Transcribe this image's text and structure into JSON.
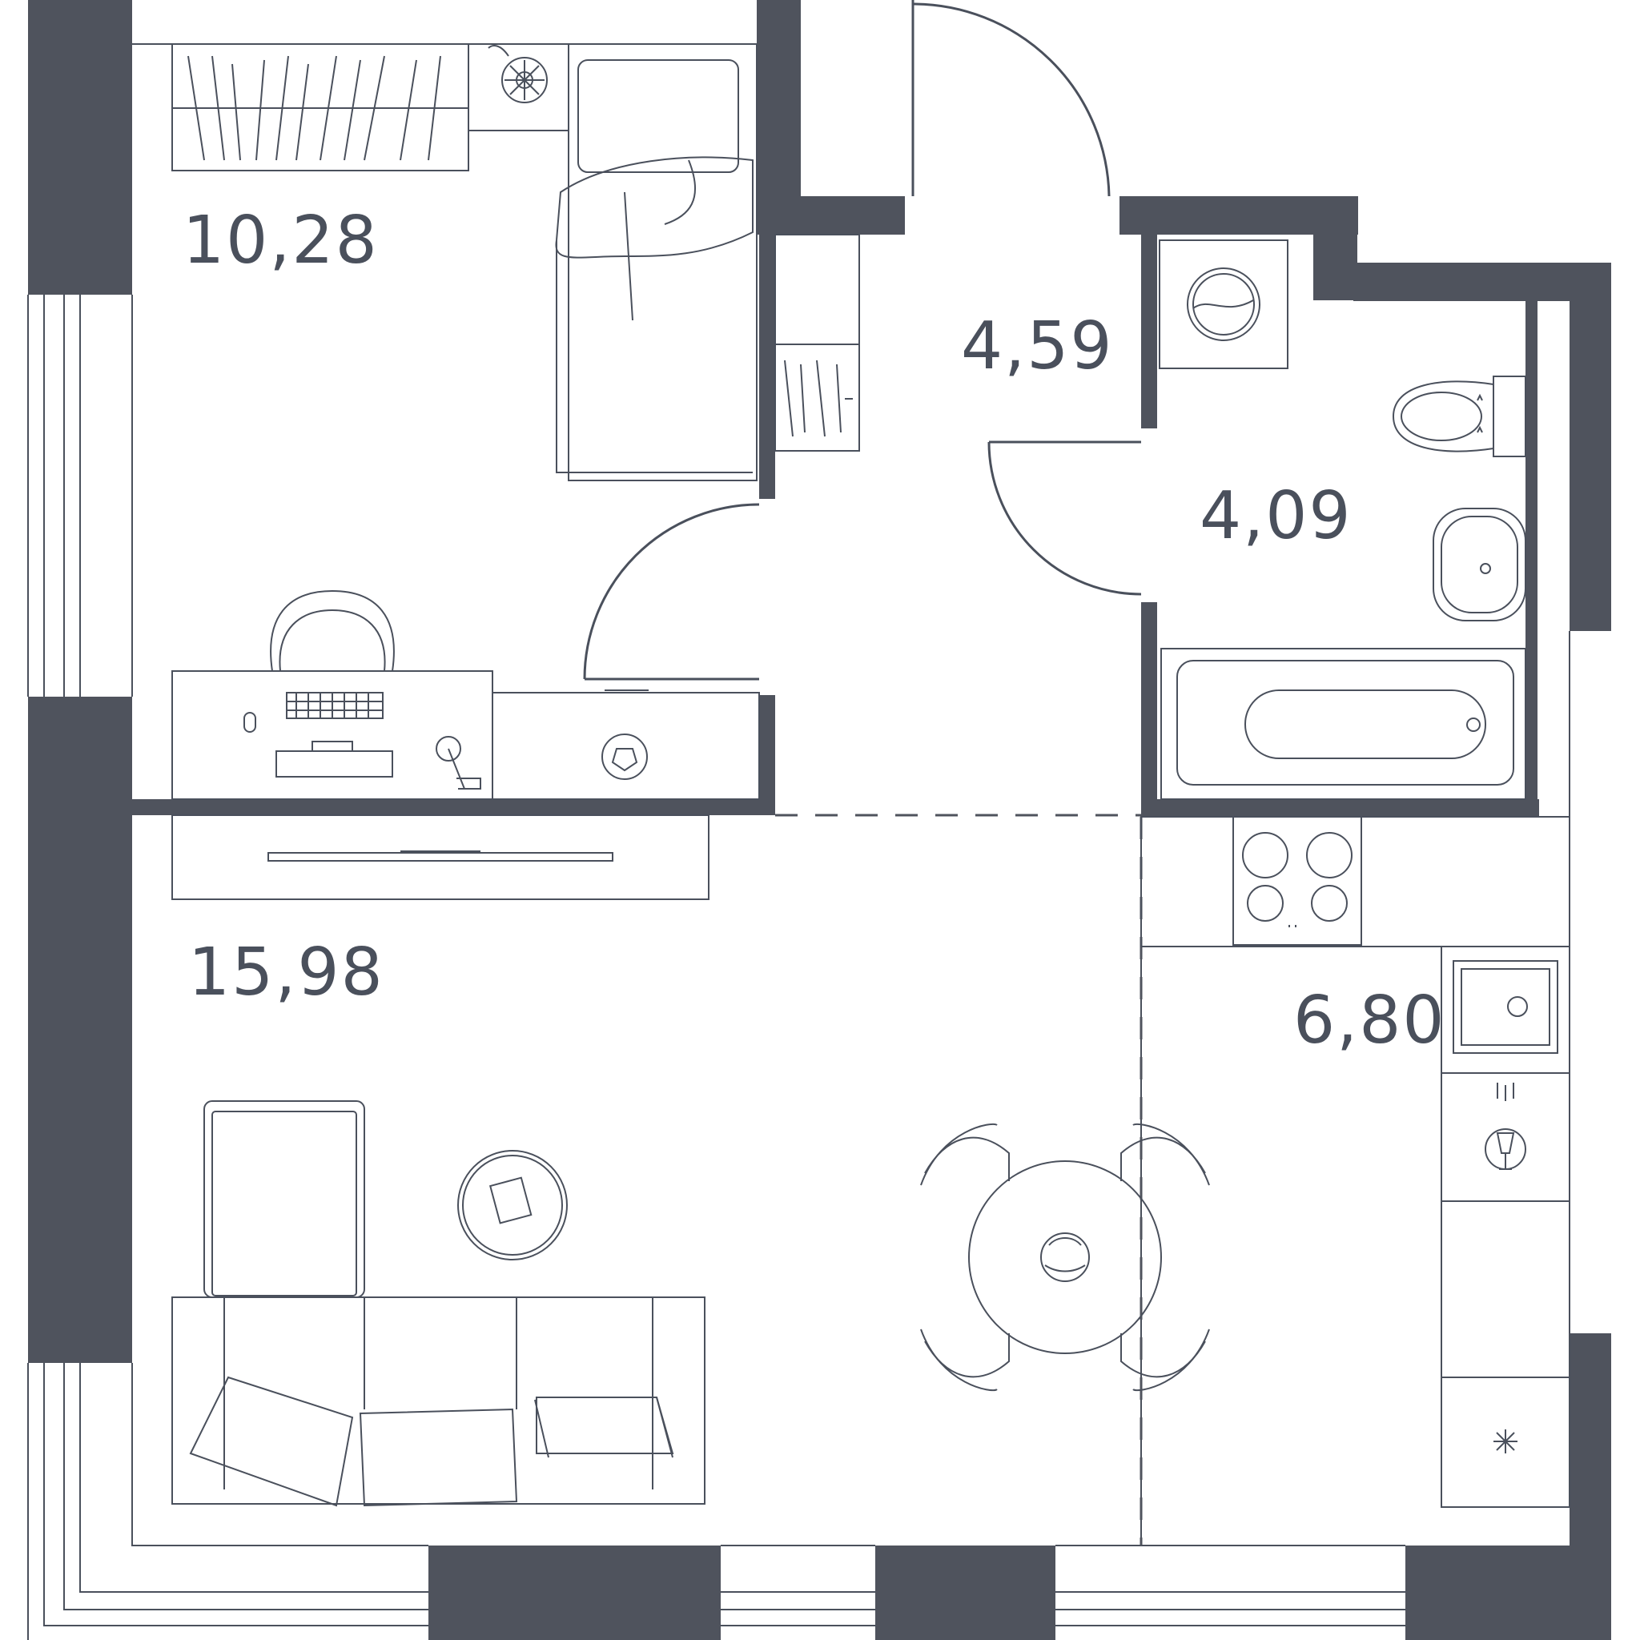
{
  "plan": {
    "rooms": [
      {
        "id": "bedroom",
        "area": "10,28"
      },
      {
        "id": "hallway",
        "area": "4,59"
      },
      {
        "id": "bathroom",
        "area": "4,09"
      },
      {
        "id": "living",
        "area": "15,98"
      },
      {
        "id": "kitchen",
        "area": "6,80"
      }
    ]
  },
  "colors": {
    "wall": "#4f535d",
    "line": "#4a505c",
    "background": "#ffffff"
  }
}
